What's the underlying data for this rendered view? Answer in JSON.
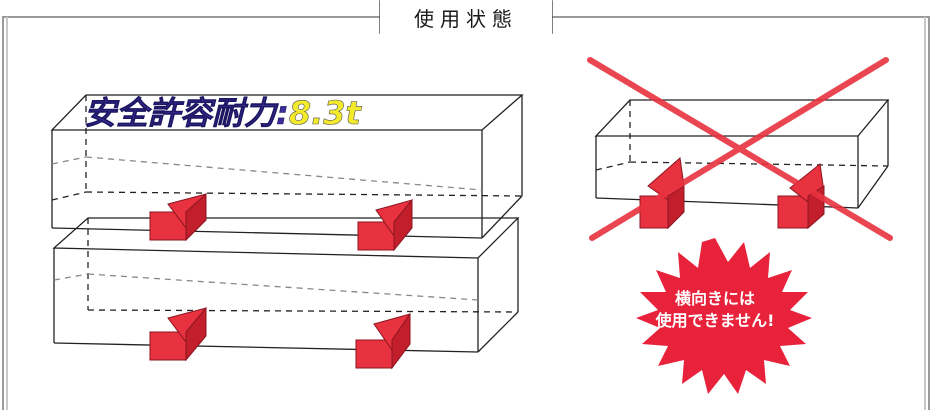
{
  "header": {
    "title": "使用状態"
  },
  "load_label": {
    "prefix": "安全許容耐力:",
    "value": "8.3t"
  },
  "warning": {
    "line1": "横向きには",
    "line2": "使用できません!"
  },
  "colors": {
    "bracket_red": "#e8323f",
    "cross_red": "#e8323f",
    "burst_red": "#e8223a",
    "label_blue": "#3a2f9a",
    "label_yellow": "#f2ea2a",
    "frame_gray": "#9a9a9a"
  },
  "icons": [
    "bracket-icon",
    "cross-mark-icon",
    "burst-icon"
  ]
}
